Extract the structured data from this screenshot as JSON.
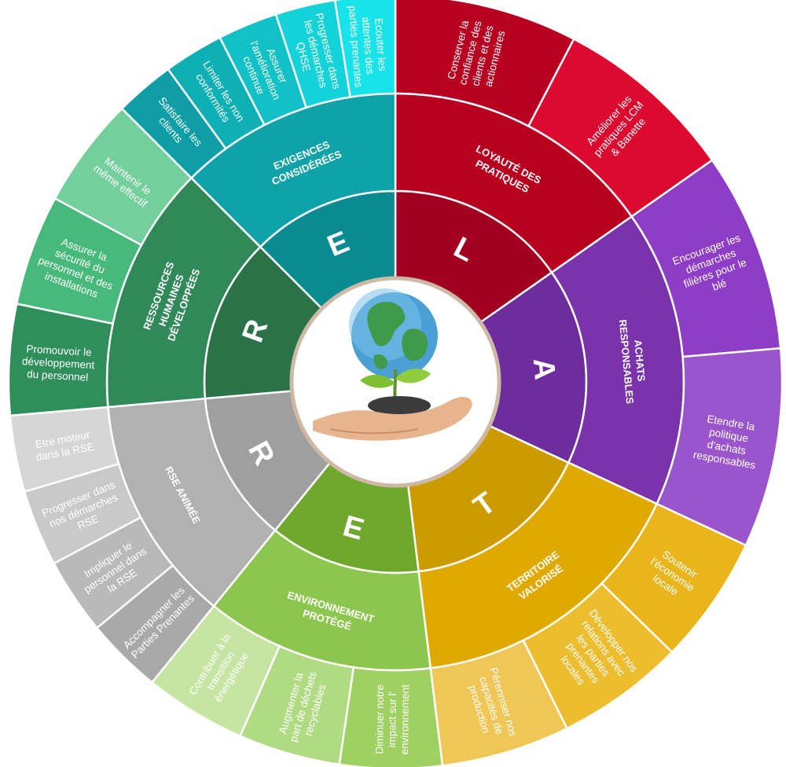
{
  "sectors": [
    {
      "letter": "L",
      "category": [
        "LOYAUTÉ DES",
        "PRATIQUES"
      ],
      "color_inner": "#a2001f",
      "color_mid": "#b8001f",
      "color_goal": "#c7002a",
      "goals": [
        {
          "lines": [
            "Conserver la",
            "confiance des",
            "clients et des",
            "actionnaires"
          ],
          "color": "#b80020"
        },
        {
          "lines": [
            "Améliorer les",
            "pratiques LCM",
            "& Banette"
          ],
          "color": "#dd0a30"
        }
      ]
    },
    {
      "letter": "A",
      "category": [
        "ACHATS",
        "RESPONSABLES"
      ],
      "color_inner": "#6e2d9c",
      "color_mid": "#7a33ab",
      "color_goal": "#8a3fc0",
      "goals": [
        {
          "lines": [
            "Encourager les",
            "démarches",
            "filières pour le",
            "blé"
          ],
          "color": "#8e3ec6"
        },
        {
          "lines": [
            "Etendre la",
            "politique",
            "d'achats",
            "responsables"
          ],
          "color": "#9b55cc"
        }
      ]
    },
    {
      "letter": "T",
      "category": [
        "TERRITOIRE",
        "VALORISÉ"
      ],
      "color_inner": "#cd9a00",
      "color_mid": "#e0a900",
      "color_goal": "#efbd1f",
      "goals": [
        {
          "lines": [
            "Soutenir",
            "l'économie",
            "locale"
          ],
          "color": "#e9b51a"
        },
        {
          "lines": [
            "Développer nos",
            "relations avec",
            "les parties",
            "prenantes",
            "locales"
          ],
          "color": "#ecbd2e"
        },
        {
          "lines": [
            "Pérenniser nos",
            "capacités de",
            "production"
          ],
          "color": "#f0c656"
        }
      ]
    },
    {
      "letter": "E",
      "category": [
        "ENVIRONNEMENT",
        "PROTÉGÉ"
      ],
      "color_inner": "#6fa82c",
      "color_mid": "#8cc64e",
      "color_goal": "#a7d46f",
      "goals": [
        {
          "lines": [
            "Diminuer notre",
            "impact sur l'",
            "environnement"
          ],
          "color": "#9fd062"
        },
        {
          "lines": [
            "Augmenter la",
            "part de déchets",
            "recyclables"
          ],
          "color": "#b1db83"
        },
        {
          "lines": [
            "Contribuer à la",
            "transition",
            "énergétique"
          ],
          "color": "#c6e5a2"
        }
      ]
    },
    {
      "letter": "R",
      "category": [
        "RSE ANIMÉE"
      ],
      "color_inner": "#9f9f9f",
      "color_mid": "#b1b1b1",
      "color_goal": "#c4c4c4",
      "goals": [
        {
          "lines": [
            "Accompagner les",
            "Parties Prenantes"
          ],
          "color": "#a9a9a9"
        },
        {
          "lines": [
            "Impliquer le",
            "personnel dans",
            "la RSE"
          ],
          "color": "#b9b9b9"
        },
        {
          "lines": [
            "Progresser dans",
            "nos démarches",
            "RSE"
          ],
          "color": "#c9c9c9"
        },
        {
          "lines": [
            "Etre moteur",
            "dans la RSE"
          ],
          "color": "#d6d6d6"
        }
      ]
    },
    {
      "letter": "R",
      "category": [
        "RESSOURCES",
        "HUMAINES",
        "DÉVELOPPÉES"
      ],
      "color_inner": "#2a7349",
      "color_mid": "#31895a",
      "color_goal": "#3ba26b",
      "goals": [
        {
          "lines": [
            "Promouvoir le",
            "développement",
            "du personnel"
          ],
          "color": "#2e8f5a"
        },
        {
          "lines": [
            "Assurer la",
            "sécurité du",
            "personnel et des",
            "installations"
          ],
          "color": "#47b97a"
        },
        {
          "lines": [
            "Maintenir le",
            "même effectif"
          ],
          "color": "#73cf9b"
        }
      ]
    },
    {
      "letter": "E",
      "category": [
        "EXIGENCES",
        "CONSIDÉRÉES"
      ],
      "color_inner": "#0a8b91",
      "color_mid": "#0fa2a8",
      "color_goal": "#17b6bd",
      "goals": [
        {
          "lines": [
            "Satisfaire les",
            "clients"
          ],
          "color": "#0f9ea6"
        },
        {
          "lines": [
            "Limiter les non",
            "conformités"
          ],
          "color": "#0fb0b5"
        },
        {
          "lines": [
            "Assurer",
            "l'amélioration",
            "continue"
          ],
          "color": "#11c1c6"
        },
        {
          "lines": [
            "Progresser dans",
            "les démarches",
            "QHSE"
          ],
          "color": "#13d3d8"
        },
        {
          "lines": [
            "Ecouter les",
            "attentes des",
            "parties prenantes"
          ],
          "color": "#17e4ea"
        }
      ]
    }
  ]
}
